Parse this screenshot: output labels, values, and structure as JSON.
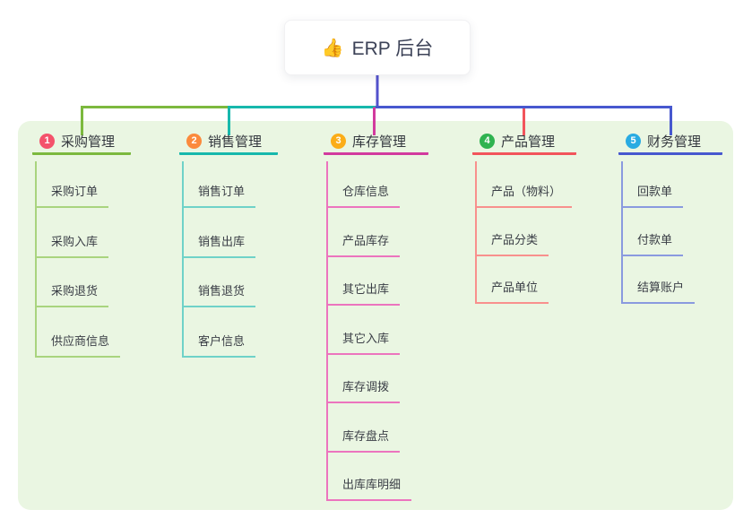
{
  "root": {
    "icon": "👍",
    "label": "ERP 后台"
  },
  "branches": [
    {
      "badge": "1",
      "label": "采购管理",
      "badge_color": "#F4526B",
      "line_color": "#7CB93E",
      "child_line_color": "#A9D47E",
      "children": [
        "采购订单",
        "采购入库",
        "采购退货",
        "供应商信息"
      ]
    },
    {
      "badge": "2",
      "label": "销售管理",
      "badge_color": "#FB8A3C",
      "line_color": "#17B8AC",
      "child_line_color": "#6FD2C8",
      "children": [
        "销售订单",
        "销售出库",
        "销售退货",
        "客户信息"
      ]
    },
    {
      "badge": "3",
      "label": "库存管理",
      "badge_color": "#FBAD18",
      "line_color": "#D23A9E",
      "child_line_color": "#EC74BE",
      "children": [
        "仓库信息",
        "产品库存",
        "其它出库",
        "其它入库",
        "库存调拨",
        "库存盘点",
        "出库库明细"
      ]
    },
    {
      "badge": "4",
      "label": "产品管理",
      "badge_color": "#2FB350",
      "line_color": "#F2545B",
      "child_line_color": "#F8908D",
      "children": [
        "产品（物料）",
        "产品分类",
        "产品单位"
      ]
    },
    {
      "badge": "5",
      "label": "财务管理",
      "badge_color": "#29ABE2",
      "line_color": "#4758CF",
      "child_line_color": "#8A9ADF",
      "children": [
        "回款单",
        "付款单",
        "结算账户"
      ]
    }
  ],
  "colors": {
    "root_line": "#5352CC",
    "panel_bg": "#EAF6E2",
    "text_dark": "#3C4257"
  }
}
